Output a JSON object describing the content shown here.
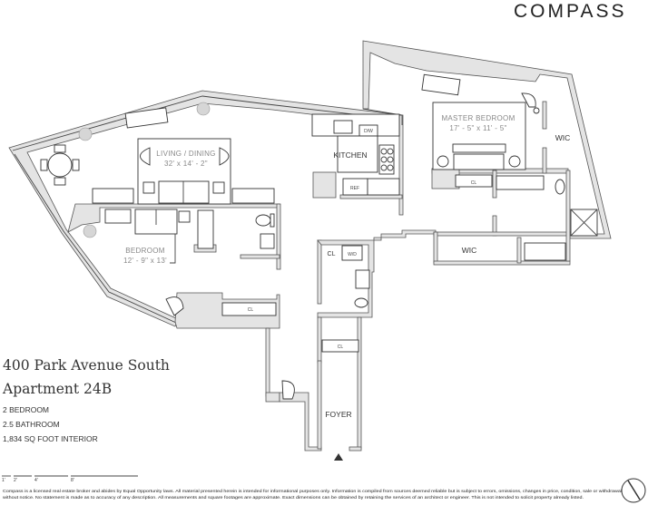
{
  "brand": {
    "logo_text": "COMPASS"
  },
  "listing": {
    "address": "400 Park Avenue South",
    "unit": "Apartment 24B",
    "bedrooms": "2 BEDROOM",
    "bathrooms": "2.5 BATHROOM",
    "interior": "1,834 SQ FOOT INTERIOR"
  },
  "rooms": {
    "living_name": "LIVING / DINING",
    "living_dims": "32' x 14' - 2\"",
    "bedroom_name": "BEDROOM",
    "bedroom_dims": "12' - 9\" x 13'",
    "kitchen": "KITCHEN",
    "master_name": "MASTER BEDROOM",
    "master_dims": "17' - 5\" x 11' - 5\"",
    "wic": "WIC",
    "wic2": "WIC",
    "foyer": "FOYER",
    "cl": "CL",
    "wd": "W/D",
    "dw": "D/W",
    "ref": "REF"
  },
  "scale_bar": {
    "labels": [
      "1'",
      "2'",
      "4'",
      "8'"
    ]
  },
  "disclaimer": {
    "line1": "Compass is a licensed real estate broker and abides by Equal Opportunity laws. All material presented herein is intended for informational purposes only. Information is compiled from sources deemed reliable but is subject to errors, omissions, changes in price, condition, sale or withdrawal",
    "line2": "without notice. No statement is made as to accuracy of any description. All measurements and square footages are approximate. Exact dimensions can be obtained by retaining the services of an architect or engineer. This is not intended to solicit property already listed."
  }
}
